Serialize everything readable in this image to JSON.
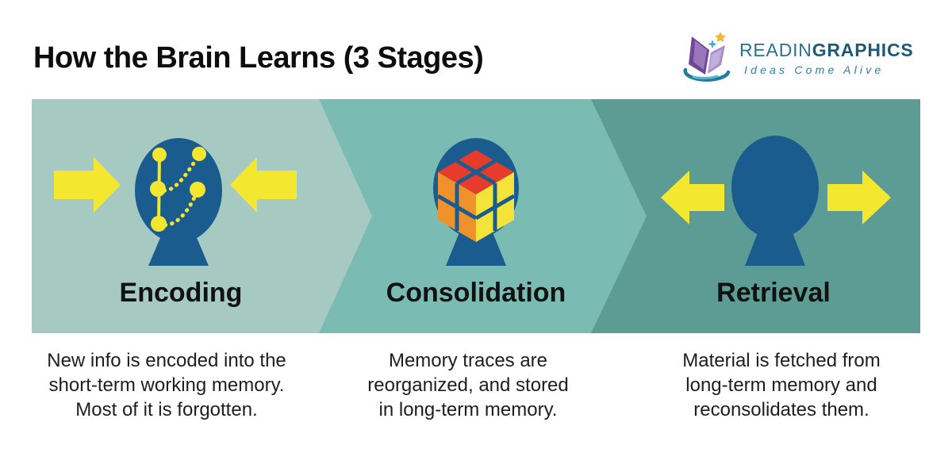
{
  "title": "How the Brain Learns (3 Stages)",
  "logo": {
    "brand_light": "READIN",
    "brand_bold": "GRAPHICS",
    "tagline": "Ideas Come Alive",
    "brand_color_light": "#29718f",
    "brand_color_bold": "#1c5a78",
    "tagline_color": "#2c7f9f",
    "icon": "open-book-butterfly-icon"
  },
  "colors": {
    "head": "#1a5c8e",
    "arrow_yellow": "#f3e82f",
    "network_yellow": "#f3e62e",
    "cube_top": "#e73b2c",
    "cube_left": "#f0922c",
    "cube_right": "#f4e339",
    "title_text": "#0d0d0d",
    "label_text": "#111111",
    "description_text": "#1e1e1e"
  },
  "stages": [
    {
      "label": "Encoding",
      "icon": "head-with-neural-network-icon",
      "arrows": "inward",
      "panel_color": "#a6c9c2",
      "desc_lines": [
        "New info is encoded into the",
        "short-term working memory.",
        "Most of it is forgotten."
      ]
    },
    {
      "label": "Consolidation",
      "icon": "head-with-rubiks-cube-icon",
      "arrows": "none",
      "panel_color": "#7abcb4",
      "desc_lines": [
        "Memory traces are",
        "reorganized, and stored",
        "in long-term memory."
      ]
    },
    {
      "label": "Retrieval",
      "icon": "head-silhouette-icon",
      "arrows": "outward",
      "panel_color": "#5c9c94",
      "desc_lines": [
        "Material is fetched from",
        "long-term memory and",
        "reconsolidates them."
      ]
    }
  ]
}
